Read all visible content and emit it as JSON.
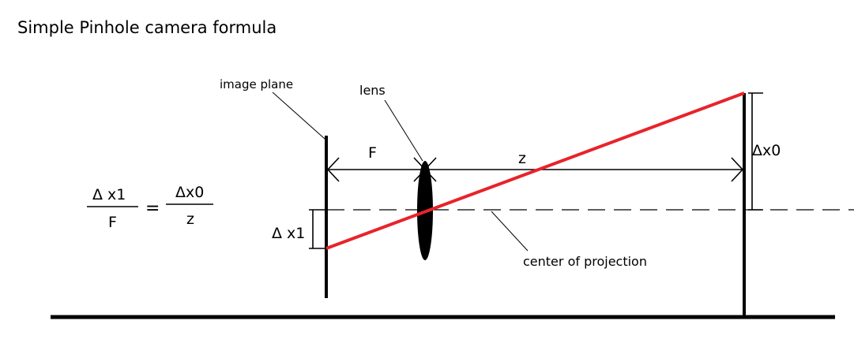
{
  "title": "Simple Pinhole camera formula",
  "labels": {
    "image_plane": "image plane",
    "lens": "lens",
    "focal": "F",
    "distance": "z",
    "object_height": "Δx0",
    "image_height": "Δ x1",
    "center_of_projection": "center of projection"
  },
  "formula": {
    "lhs_numerator": "Δ x1",
    "lhs_denominator": "F",
    "equals": "=",
    "rhs_numerator": "Δx0",
    "rhs_denominator": "z"
  },
  "colors": {
    "ray": "#e8232a",
    "ink": "#000000",
    "background": "#ffffff"
  }
}
